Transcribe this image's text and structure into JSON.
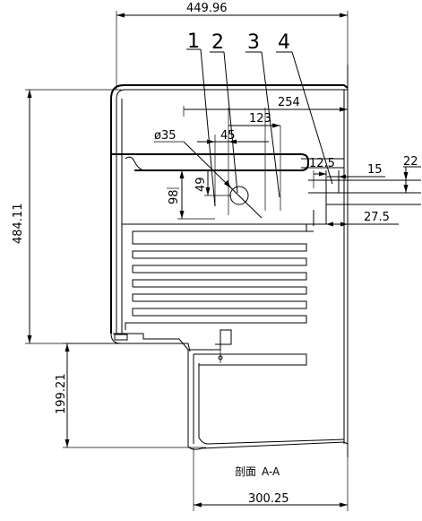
{
  "dimensions": {
    "overall_width": "449.96",
    "overall_height": "484.11",
    "lower_height": "199.21",
    "base_width": "300.25",
    "d254": "254",
    "d123": "123",
    "d45": "45",
    "hole_diameter": "ø35",
    "d49": "49",
    "d98": "98",
    "d12_5": "12.5",
    "d15": "15",
    "d22": "22",
    "d27_5": "27.5"
  },
  "balloons": [
    "1",
    "2",
    "3",
    "4"
  ],
  "section_label": "A-A",
  "section_prefix": "剖面"
}
